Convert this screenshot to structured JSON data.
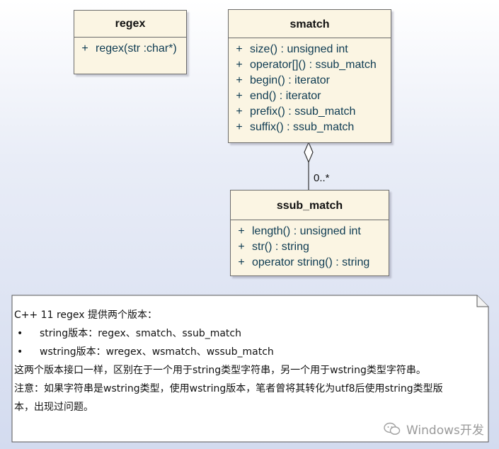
{
  "diagram": {
    "classes": {
      "regex": {
        "name": "regex",
        "operations": [
          {
            "visibility": "+",
            "text": "regex(str :char*)"
          }
        ]
      },
      "smatch": {
        "name": "smatch",
        "operations": [
          {
            "visibility": "+",
            "text": "size() : unsigned int"
          },
          {
            "visibility": "+",
            "text": "operator[]() : ssub_match"
          },
          {
            "visibility": "+",
            "text": "begin() : iterator"
          },
          {
            "visibility": "+",
            "text": "end() : iterator"
          },
          {
            "visibility": "+",
            "text": "prefix() : ssub_match"
          },
          {
            "visibility": "+",
            "text": "suffix() : ssub_match"
          }
        ]
      },
      "ssub_match": {
        "name": "ssub_match",
        "operations": [
          {
            "visibility": "+",
            "text": "length() : unsigned int"
          },
          {
            "visibility": "+",
            "text": "str() : string"
          },
          {
            "visibility": "+",
            "text": "operator string() : string"
          }
        ]
      }
    },
    "relationship": {
      "type": "aggregation",
      "from": "smatch",
      "to": "ssub_match",
      "multiplicity": "0..*"
    }
  },
  "note": {
    "intro": "C++ 11 regex 提供两个版本：",
    "bullets": [
      {
        "marker": "•",
        "text": "string版本：regex、smatch、ssub_match"
      },
      {
        "marker": "•",
        "text": "wstring版本：wregex、wsmatch、wssub_match"
      }
    ],
    "paragraph1": "这两个版本接口一样，区别在于一个用于string类型字符串，另一个用于wstring类型字符串。",
    "paragraph2_line1": "注意：如果字符串是wstring类型，使用wstring版本，笔者曾将其转化为utf8后使用string类型版",
    "paragraph2_line2": "本，出现过问题。"
  },
  "watermark": {
    "icon": "wechat-icon",
    "text": "Windows开发"
  }
}
